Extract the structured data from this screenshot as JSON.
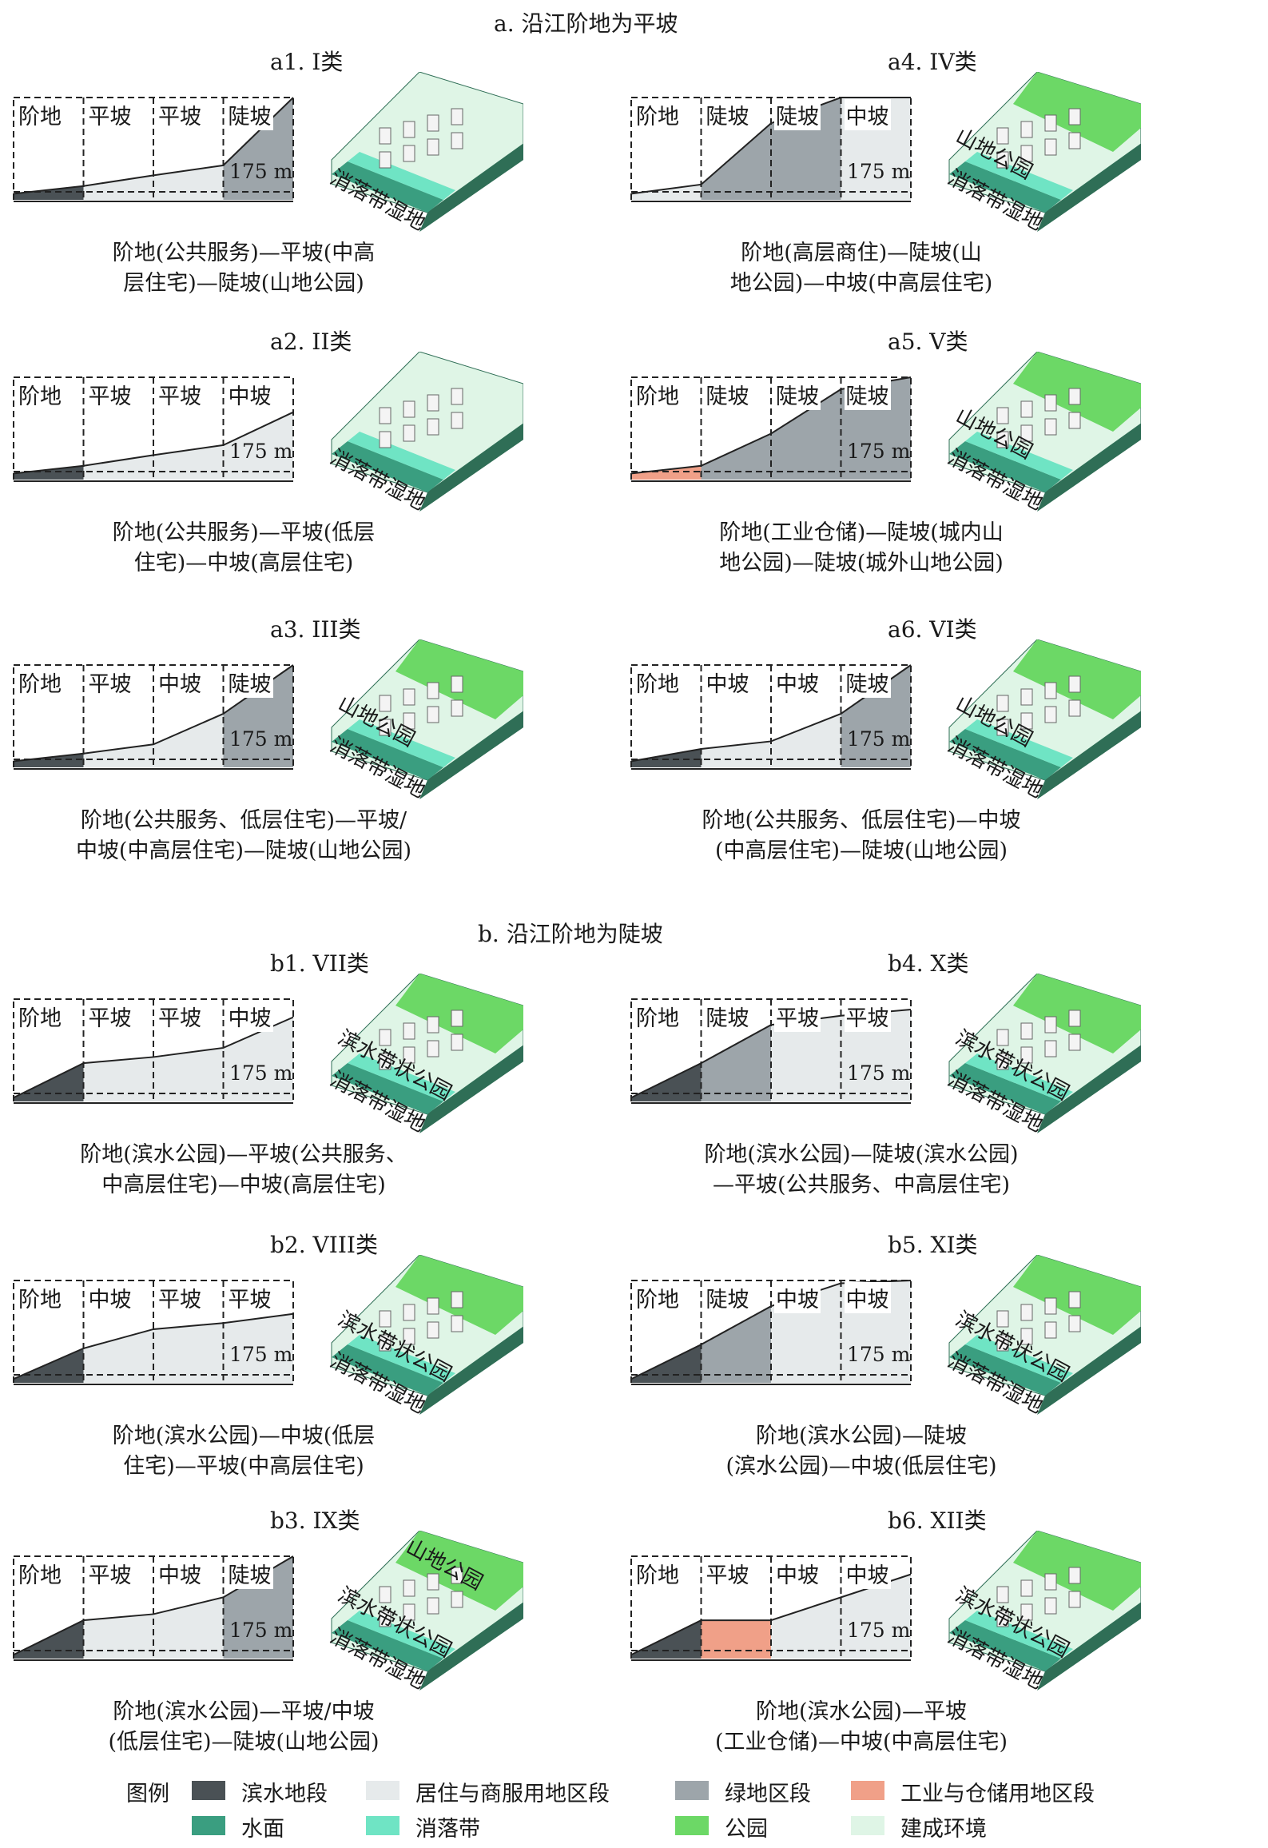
{
  "sections": {
    "a": "a. 沿江阶地为平坡",
    "b": "b. 沿江阶地为陡坡"
  },
  "distance_label": "175 m",
  "colors": {
    "riverside": "#4a5155",
    "residential": "#e6eaeb",
    "green": "#9da5aa",
    "industrial": "#f0a088",
    "water": "#3a9e80",
    "drawdown": "#6fe4c4",
    "park": "#6cd866",
    "built": "#dff5e6"
  },
  "panels": [
    {
      "id": "a1",
      "title": "a1. I类",
      "zones": [
        "阶地",
        "平坡",
        "平坡",
        "陡坡"
      ],
      "caption": [
        "阶地(公共服务)—平坡(中高",
        "层住宅)—陡坡(山地公园)"
      ],
      "block": {
        "labels": [
          "消落带湿地"
        ],
        "park": false
      }
    },
    {
      "id": "a2",
      "title": "a2. II类",
      "zones": [
        "阶地",
        "平坡",
        "平坡",
        "中坡"
      ],
      "caption": [
        "阶地(公共服务)—平坡(低层",
        "住宅)—中坡(高层住宅)"
      ],
      "block": {
        "labels": [
          "消落带湿地"
        ],
        "park": false
      }
    },
    {
      "id": "a3",
      "title": "a3. III类",
      "zones": [
        "阶地",
        "平坡",
        "中坡",
        "陡坡"
      ],
      "caption": [
        "阶地(公共服务、低层住宅)—平坡/",
        "中坡(中高层住宅)—陡坡(山地公园)"
      ],
      "block": {
        "labels": [
          "消落带湿地",
          "山地公园"
        ],
        "park": true
      }
    },
    {
      "id": "a4",
      "title": "a4. IV类",
      "zones": [
        "阶地",
        "陡坡",
        "陡坡",
        "中坡"
      ],
      "caption": [
        "阶地(高层商住)—陡坡(山",
        "地公园)—中坡(中高层住宅)"
      ],
      "block": {
        "labels": [
          "消落带湿地",
          "山地公园"
        ],
        "park": true
      }
    },
    {
      "id": "a5",
      "title": "a5. V类",
      "zones": [
        "阶地",
        "陡坡",
        "陡坡",
        "陡坡"
      ],
      "caption": [
        "阶地(工业仓储)—陡坡(城内山",
        "地公园)—陡坡(城外山地公园)"
      ],
      "block": {
        "labels": [
          "消落带湿地",
          "山地公园"
        ],
        "park": true
      }
    },
    {
      "id": "a6",
      "title": "a6. VI类",
      "zones": [
        "阶地",
        "中坡",
        "中坡",
        "陡坡"
      ],
      "caption": [
        "阶地(公共服务、低层住宅)—中坡",
        "(中高层住宅)—陡坡(山地公园)"
      ],
      "block": {
        "labels": [
          "消落带湿地",
          "山地公园"
        ],
        "park": true
      }
    },
    {
      "id": "b1",
      "title": "b1. VII类",
      "zones": [
        "阶地",
        "平坡",
        "平坡",
        "中坡"
      ],
      "caption": [
        "阶地(滨水公园)—平坡(公共服务、",
        "中高层住宅)—中坡(高层住宅)"
      ],
      "block": {
        "labels": [
          "消落带湿地",
          "滨水带状公园"
        ],
        "park": true
      }
    },
    {
      "id": "b2",
      "title": "b2. VIII类",
      "zones": [
        "阶地",
        "中坡",
        "平坡",
        "平坡"
      ],
      "caption": [
        "阶地(滨水公园)—中坡(低层",
        "住宅)—平坡(中高层住宅)"
      ],
      "block": {
        "labels": [
          "消落带湿地",
          "滨水带状公园"
        ],
        "park": true
      }
    },
    {
      "id": "b3",
      "title": "b3. IX类",
      "zones": [
        "阶地",
        "平坡",
        "中坡",
        "陡坡"
      ],
      "caption": [
        "阶地(滨水公园)—平坡/中坡",
        "(低层住宅)—陡坡(山地公园)"
      ],
      "block": {
        "labels": [
          "消落带湿地",
          "滨水带状公园",
          "山地公园"
        ],
        "park": true
      }
    },
    {
      "id": "b4",
      "title": "b4. X类",
      "zones": [
        "阶地",
        "陡坡",
        "平坡",
        "平坡"
      ],
      "caption": [
        "阶地(滨水公园)—陡坡(滨水公园)",
        "—平坡(公共服务、中高层住宅)"
      ],
      "block": {
        "labels": [
          "消落带湿地",
          "滨水带状公园"
        ],
        "park": true
      }
    },
    {
      "id": "b5",
      "title": "b5. XI类",
      "zones": [
        "阶地",
        "陡坡",
        "中坡",
        "中坡"
      ],
      "caption": [
        "阶地(滨水公园)—陡坡",
        "(滨水公园)—中坡(低层住宅)"
      ],
      "block": {
        "labels": [
          "消落带湿地",
          "滨水带状公园"
        ],
        "park": true
      }
    },
    {
      "id": "b6",
      "title": "b6. XII类",
      "zones": [
        "阶地",
        "平坡",
        "中坡",
        "中坡"
      ],
      "caption": [
        "阶地(滨水公园)—平坡",
        "(工业仓储)—中坡(中高层住宅)"
      ],
      "block": {
        "labels": [
          "消落带湿地",
          "滨水带状公园"
        ],
        "park": true
      }
    }
  ],
  "legend": {
    "title": "图例",
    "items": [
      {
        "label": "滨水地段",
        "color": "#4a5155"
      },
      {
        "label": "居住与商服用地区段",
        "color": "#e6eaeb"
      },
      {
        "label": "绿地区段",
        "color": "#9da5aa"
      },
      {
        "label": "工业与仓储用地区段",
        "color": "#f0a088"
      },
      {
        "label": "水面",
        "color": "#3a9e80"
      },
      {
        "label": "消落带",
        "color": "#6fe4c4"
      },
      {
        "label": "公园",
        "color": "#6cd866"
      },
      {
        "label": "建成环境",
        "color": "#dff5e6"
      }
    ]
  }
}
